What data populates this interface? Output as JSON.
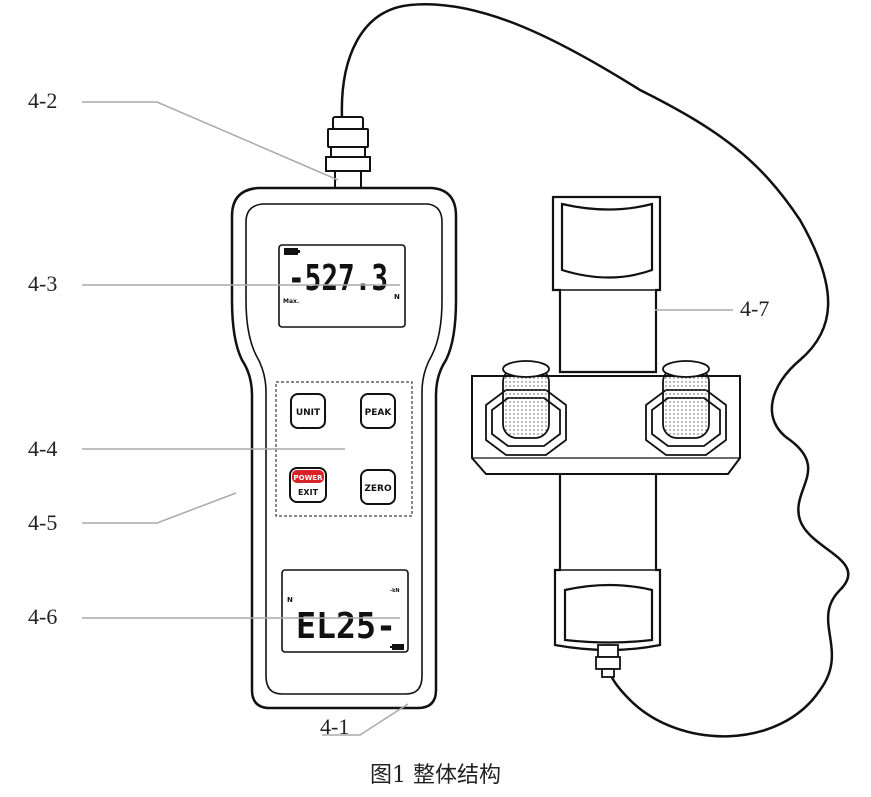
{
  "labels": {
    "l1": "4-1",
    "l2": "4-2",
    "l3": "4-3",
    "l4": "4-4",
    "l5": "4-5",
    "l6": "4-6",
    "l7": "4-7"
  },
  "upper_display": {
    "reading": "-527.3",
    "unit": "N",
    "mode": "Max."
  },
  "lower_display": {
    "reading": "EL25-",
    "unit": "N",
    "indicator": "-kN"
  },
  "buttons": {
    "unit": "UNIT",
    "peak": "PEAK",
    "power": "POWER",
    "exit": "EXIT",
    "zero": "ZERO"
  },
  "caption": "图1 整体结构",
  "colors": {
    "line": "#111111",
    "leader": "#aaaaaa",
    "power_red": "#d8232a"
  }
}
